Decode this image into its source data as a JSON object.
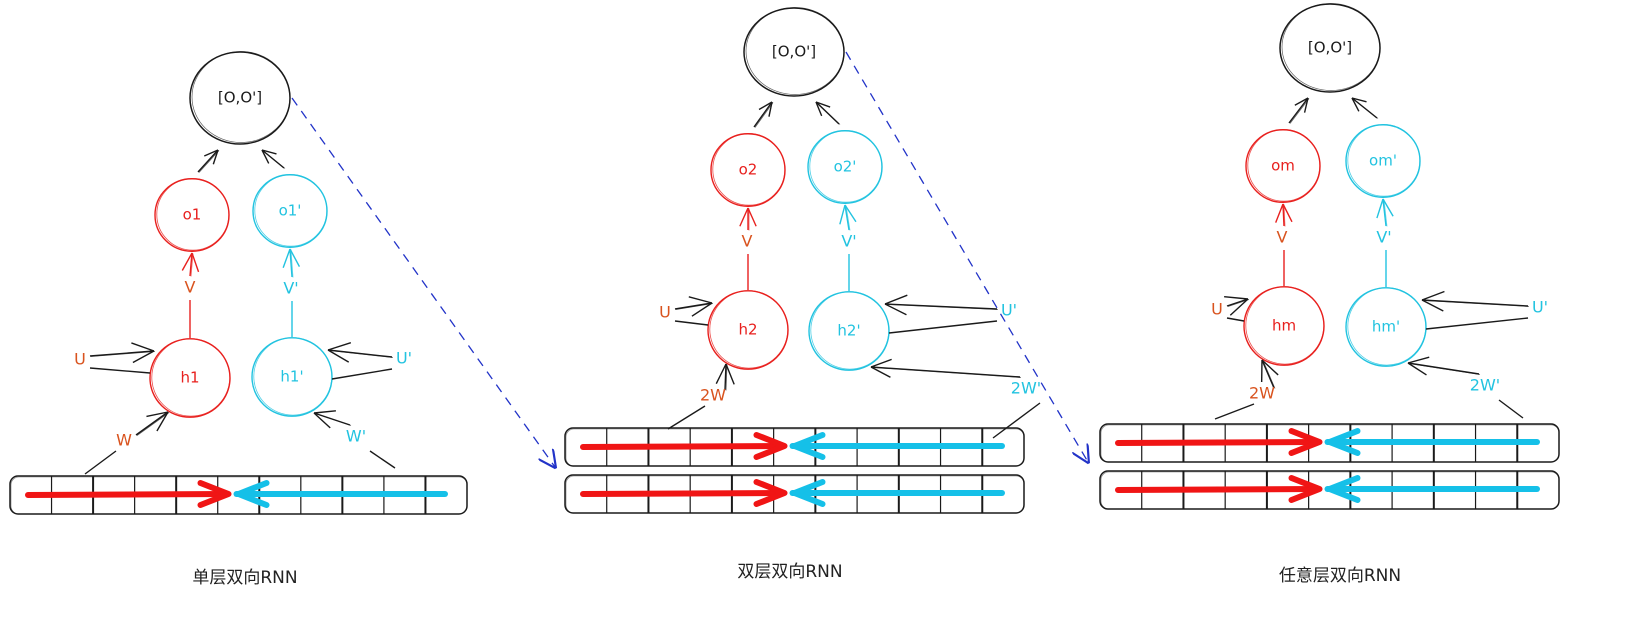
{
  "colors": {
    "forward": "#e8201e",
    "backward": "#22c3e0",
    "forward_label": "#d9531e",
    "backward_label": "#22c3e0",
    "neutral": "#1a1a1a",
    "dashed_link": "#2233c8",
    "strip_forward_arrow": "#f01515",
    "strip_backward_arrow": "#15c0e8"
  },
  "panels": [
    {
      "caption": "单层双向RNN",
      "concat_node": "[O,O']",
      "output_fwd": "o1",
      "output_bwd": "o1'",
      "hidden_fwd": "h1",
      "hidden_bwd": "h1'",
      "label_v": "V",
      "label_v_bwd": "V'",
      "label_u": "U",
      "label_u_bwd": "U'",
      "label_w": "W",
      "label_w_bwd": "W'",
      "strips": 1
    },
    {
      "caption": "双层双向RNN",
      "concat_node": "[O,O']",
      "output_fwd": "o2",
      "output_bwd": "o2'",
      "hidden_fwd": "h2",
      "hidden_bwd": "h2'",
      "label_v": "V",
      "label_v_bwd": "V'",
      "label_u": "U",
      "label_u_bwd": "U'",
      "label_w": "2W",
      "label_w_bwd": "2W'",
      "strips": 2
    },
    {
      "caption": "任意层双向RNN",
      "concat_node": "[O,O']",
      "output_fwd": "om",
      "output_bwd": "om'",
      "hidden_fwd": "hm",
      "hidden_bwd": "hm'",
      "label_v": "V",
      "label_v_bwd": "V'",
      "label_u": "U",
      "label_u_bwd": "U'",
      "label_w": "2W",
      "label_w_bwd": "2W'",
      "strips": 2
    }
  ],
  "sequence_cells": 11
}
